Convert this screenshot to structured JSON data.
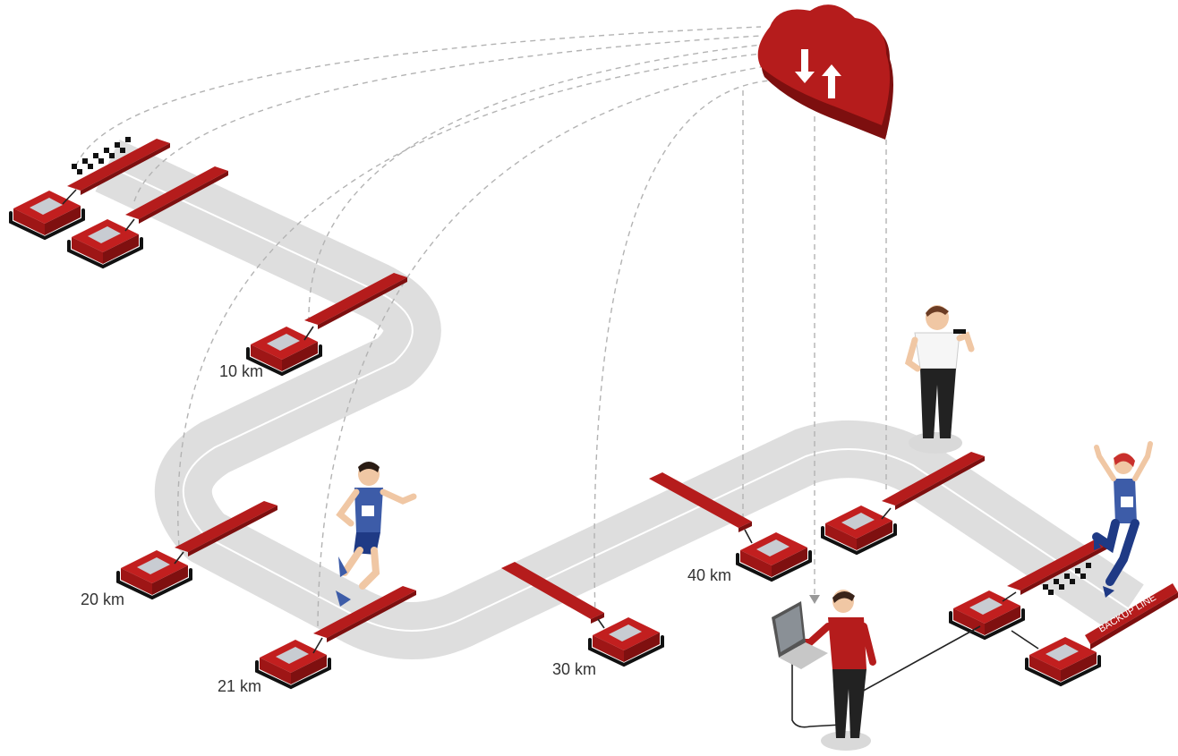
{
  "diagram": {
    "checkpoints": [
      {
        "id": "10km",
        "label": "10 km"
      },
      {
        "id": "20km",
        "label": "20 km"
      },
      {
        "id": "21km",
        "label": "21 km"
      },
      {
        "id": "30km",
        "label": "30 km"
      },
      {
        "id": "40km",
        "label": "40 km"
      }
    ],
    "backup_line_label": "BACKUP LINE",
    "cloud_icon": "upload-download-arrows",
    "colors": {
      "accent_red": "#b51c1c",
      "track_gray": "#dedede",
      "wire_gray": "#b3b3b3"
    }
  }
}
